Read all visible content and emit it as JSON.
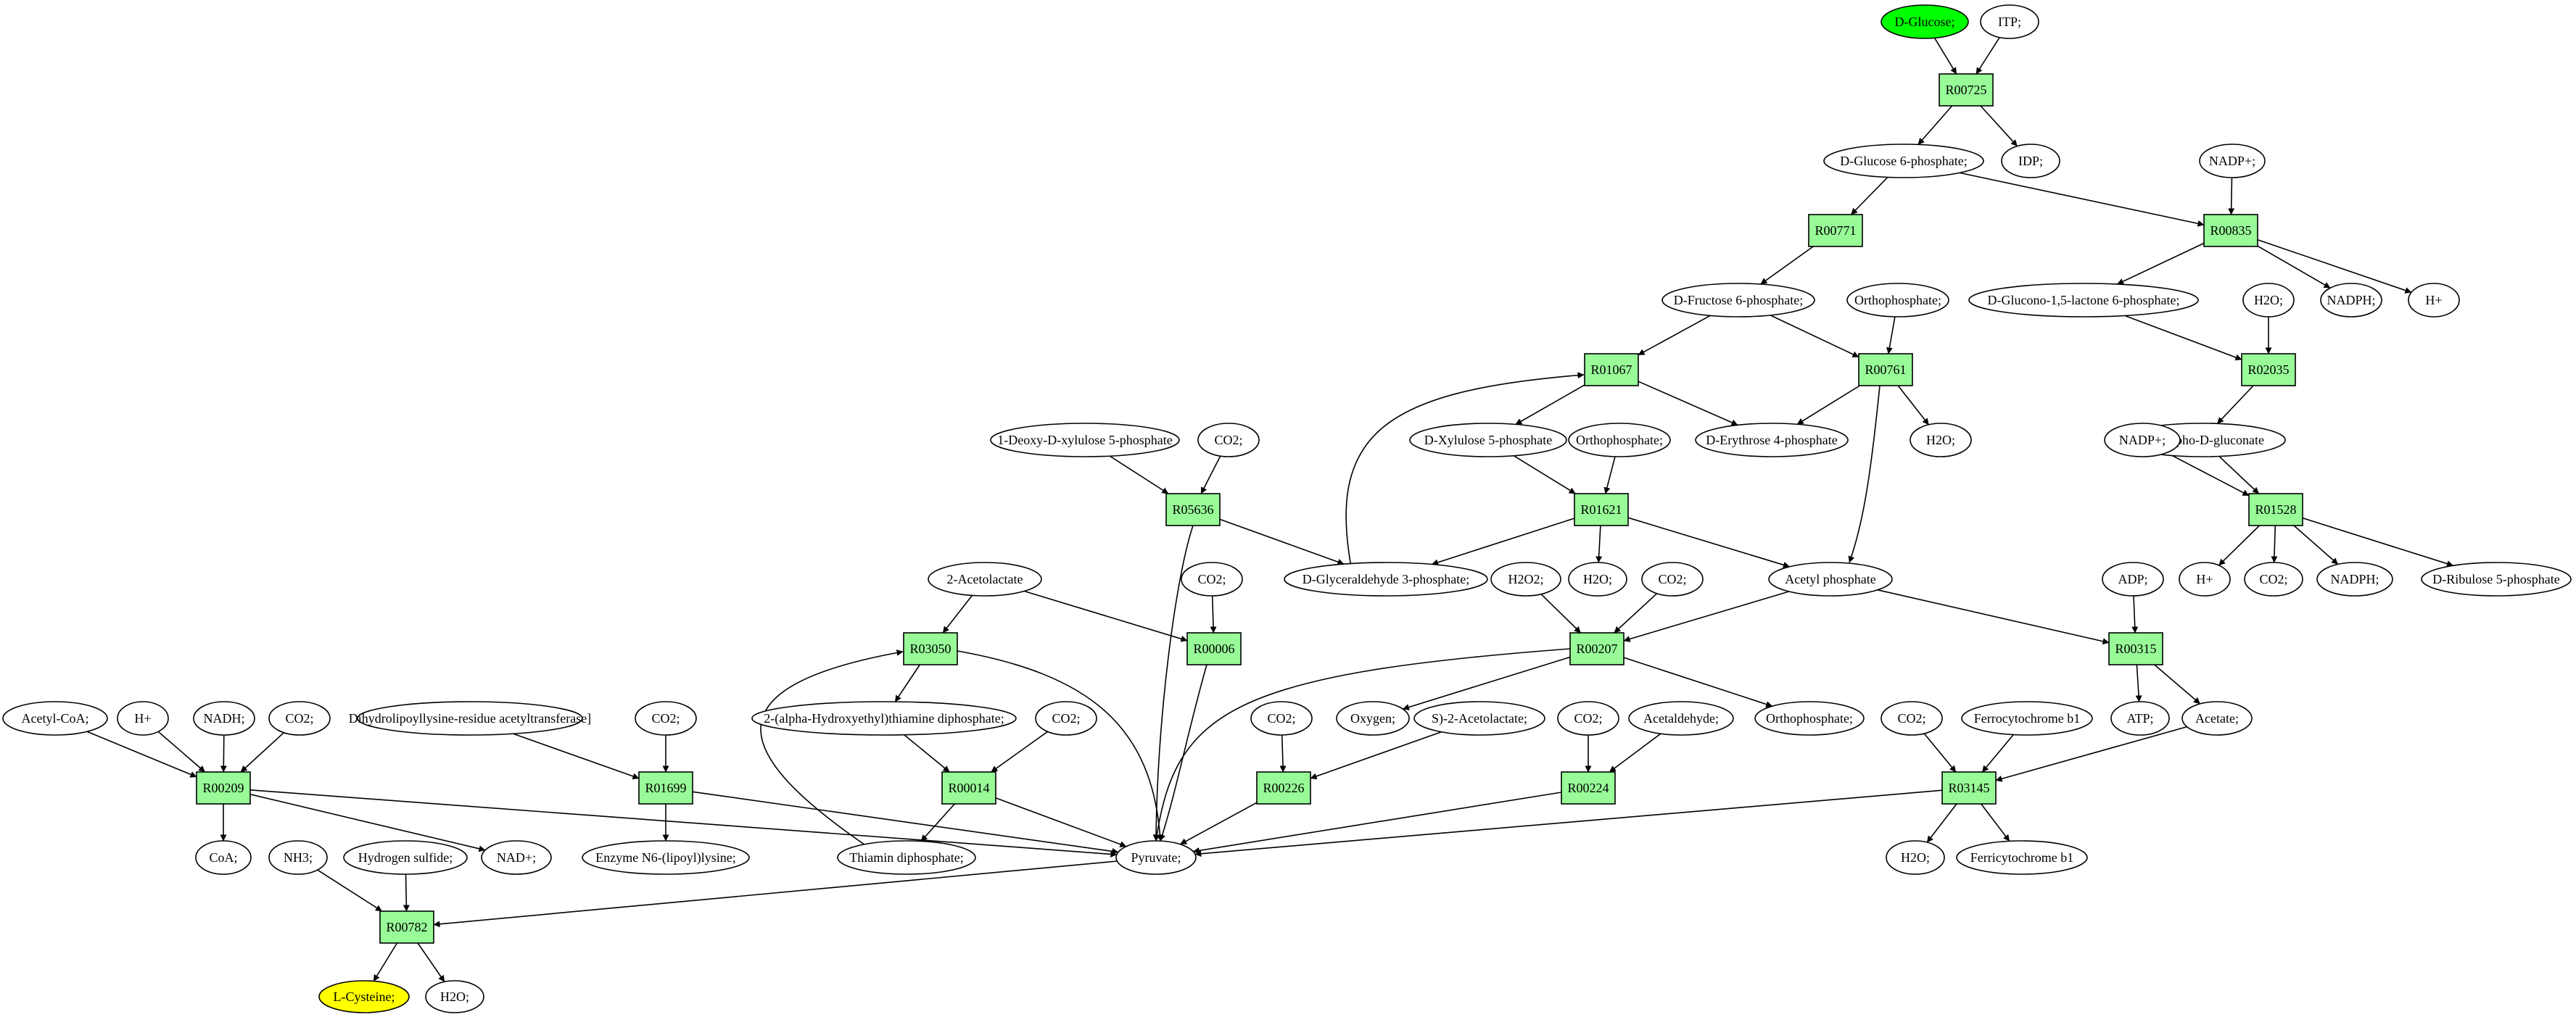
{
  "colors": {
    "source": "#00ff00",
    "target": "#ffff00",
    "reaction": "#98fb98",
    "compound": "#ffffff"
  },
  "compounds": [
    {
      "id": "c_glucose",
      "label": "D-Glucose;",
      "role": "source"
    },
    {
      "id": "c_itp",
      "label": "ITP;"
    },
    {
      "id": "c_idp",
      "label": "IDP;"
    },
    {
      "id": "c_g6p",
      "label": "D-Glucose 6-phosphate;"
    },
    {
      "id": "c_nadp1",
      "label": "NADP+;"
    },
    {
      "id": "c_f6p",
      "label": "D-Fructose 6-phosphate;"
    },
    {
      "id": "c_orth1",
      "label": "Orthophosphate;"
    },
    {
      "id": "c_glucono",
      "label": "D-Glucono-1,5-lactone 6-phosphate;"
    },
    {
      "id": "c_h2o_a",
      "label": "H2O;"
    },
    {
      "id": "c_nadph1",
      "label": "NADPH;"
    },
    {
      "id": "c_hplus1",
      "label": "H+"
    },
    {
      "id": "c_dxp",
      "label": "1-Deoxy-D-xylulose 5-phosphate"
    },
    {
      "id": "c_co2_a",
      "label": "CO2;"
    },
    {
      "id": "c_x5p",
      "label": "D-Xylulose 5-phosphate"
    },
    {
      "id": "c_orth2",
      "label": "Orthophosphate;"
    },
    {
      "id": "c_e4p",
      "label": "D-Erythrose 4-phosphate"
    },
    {
      "id": "c_h2o_b",
      "label": "H2O;"
    },
    {
      "id": "c_6pg",
      "label": "6-Phospho-D-gluconate"
    },
    {
      "id": "c_nadp2",
      "label": "NADP+;"
    },
    {
      "id": "c_acetolactate",
      "label": "2-Acetolactate"
    },
    {
      "id": "c_co2_b",
      "label": "CO2;"
    },
    {
      "id": "c_g3p",
      "label": "D-Glyceraldehyde 3-phosphate;"
    },
    {
      "id": "c_h2o2",
      "label": "H2O2;"
    },
    {
      "id": "c_h2o_c",
      "label": "H2O;"
    },
    {
      "id": "c_co2_c",
      "label": "CO2;"
    },
    {
      "id": "c_acetylp",
      "label": "Acetyl phosphate"
    },
    {
      "id": "c_adp",
      "label": "ADP;"
    },
    {
      "id": "c_hplus2",
      "label": "H+"
    },
    {
      "id": "c_co2_d",
      "label": "CO2;"
    },
    {
      "id": "c_nadph2",
      "label": "NADPH;"
    },
    {
      "id": "c_r5p",
      "label": "D-Ribulose 5-phosphate"
    },
    {
      "id": "c_acetylcoa",
      "label": "Acetyl-CoA;"
    },
    {
      "id": "c_hplus3",
      "label": "H+"
    },
    {
      "id": "c_nadh",
      "label": "NADH;"
    },
    {
      "id": "c_co2_e",
      "label": "CO2;"
    },
    {
      "id": "c_dihydro",
      "label": "Dihydrolipoyllysine-residue acetyltransferase]"
    },
    {
      "id": "c_co2_f",
      "label": "CO2;"
    },
    {
      "id": "c_hetpp",
      "label": "2-(alpha-Hydroxyethyl)thiamine diphosphate;"
    },
    {
      "id": "c_co2_g",
      "label": "CO2;"
    },
    {
      "id": "c_oxygen",
      "label": "Oxygen;"
    },
    {
      "id": "c_sacetolactate",
      "label": "S)-2-Acetolactate;"
    },
    {
      "id": "c_orth3",
      "label": "Orthophosphate;"
    },
    {
      "id": "c_atp",
      "label": "ATP;"
    },
    {
      "id": "c_acetate",
      "label": "Acetate;"
    },
    {
      "id": "c_co2_h",
      "label": "CO2;"
    },
    {
      "id": "c_co2_i",
      "label": "CO2;"
    },
    {
      "id": "c_acetaldehyde",
      "label": "Acetaldehyde;"
    },
    {
      "id": "c_co2_j",
      "label": "CO2;"
    },
    {
      "id": "c_ferro",
      "label": "Ferrocytochrome b1"
    },
    {
      "id": "c_coa",
      "label": "CoA;"
    },
    {
      "id": "c_nadplus",
      "label": "NAD+;"
    },
    {
      "id": "c_enzyme",
      "label": "Enzyme N6-(lipoyl)lysine;"
    },
    {
      "id": "c_thiamin",
      "label": "Thiamin diphosphate;"
    },
    {
      "id": "c_pyruvate",
      "label": "Pyruvate;"
    },
    {
      "id": "c_h2o_d",
      "label": "H2O;"
    },
    {
      "id": "c_ferri",
      "label": "Ferricytochrome b1"
    },
    {
      "id": "c_nh3",
      "label": "NH3;"
    },
    {
      "id": "c_h2s",
      "label": "Hydrogen sulfide;"
    },
    {
      "id": "c_cysteine",
      "label": "L-Cysteine;",
      "role": "target"
    },
    {
      "id": "c_h2o_e",
      "label": "H2O;"
    }
  ],
  "reactions": [
    {
      "id": "r_00725",
      "label": "R00725"
    },
    {
      "id": "r_00771",
      "label": "R00771"
    },
    {
      "id": "r_00835",
      "label": "R00835"
    },
    {
      "id": "r_01067",
      "label": "R01067"
    },
    {
      "id": "r_00761",
      "label": "R00761"
    },
    {
      "id": "r_02035",
      "label": "R02035"
    },
    {
      "id": "r_05636",
      "label": "R05636"
    },
    {
      "id": "r_01621",
      "label": "R01621"
    },
    {
      "id": "r_01528",
      "label": "R01528"
    },
    {
      "id": "r_03050",
      "label": "R03050"
    },
    {
      "id": "r_00006",
      "label": "R00006"
    },
    {
      "id": "r_00207",
      "label": "R00207"
    },
    {
      "id": "r_00315",
      "label": "R00315"
    },
    {
      "id": "r_00209",
      "label": "R00209"
    },
    {
      "id": "r_01699",
      "label": "R01699"
    },
    {
      "id": "r_00014",
      "label": "R00014"
    },
    {
      "id": "r_00226",
      "label": "R00226"
    },
    {
      "id": "r_00224",
      "label": "R00224"
    },
    {
      "id": "r_03145",
      "label": "R03145"
    },
    {
      "id": "r_00782",
      "label": "R00782"
    }
  ],
  "edges": [
    [
      "c_glucose",
      "r_00725"
    ],
    [
      "c_itp",
      "r_00725"
    ],
    [
      "r_00725",
      "c_g6p"
    ],
    [
      "r_00725",
      "c_idp"
    ],
    [
      "c_g6p",
      "r_00771"
    ],
    [
      "c_g6p",
      "r_00835"
    ],
    [
      "c_nadp1",
      "r_00835"
    ],
    [
      "r_00835",
      "c_glucono"
    ],
    [
      "r_00835",
      "c_nadph1"
    ],
    [
      "r_00835",
      "c_hplus1"
    ],
    [
      "r_00771",
      "c_f6p"
    ],
    [
      "c_f6p",
      "r_01067"
    ],
    [
      "c_f6p",
      "r_00761"
    ],
    [
      "c_orth1",
      "r_00761"
    ],
    [
      "c_glucono",
      "r_02035"
    ],
    [
      "c_h2o_a",
      "r_02035"
    ],
    [
      "r_02035",
      "c_6pg"
    ],
    [
      "r_01067",
      "c_x5p"
    ],
    [
      "r_01067",
      "c_e4p"
    ],
    [
      "r_00761",
      "c_e4p"
    ],
    [
      "r_00761",
      "c_h2o_b"
    ],
    [
      "r_00761",
      "c_acetylp"
    ],
    [
      "c_dxp",
      "r_05636"
    ],
    [
      "c_co2_a",
      "r_05636"
    ],
    [
      "r_05636",
      "c_g3p"
    ],
    [
      "r_05636",
      "c_pyruvate"
    ],
    [
      "c_g3p",
      "r_01067"
    ],
    [
      "c_x5p",
      "r_01621"
    ],
    [
      "c_orth2",
      "r_01621"
    ],
    [
      "r_01621",
      "c_g3p"
    ],
    [
      "r_01621",
      "c_h2o_c"
    ],
    [
      "r_01621",
      "c_acetylp"
    ],
    [
      "c_6pg",
      "r_01528"
    ],
    [
      "c_nadp2",
      "r_01528"
    ],
    [
      "r_01528",
      "c_hplus2"
    ],
    [
      "r_01528",
      "c_co2_d"
    ],
    [
      "r_01528",
      "c_nadph2"
    ],
    [
      "r_01528",
      "c_r5p"
    ],
    [
      "c_acetolactate",
      "r_03050"
    ],
    [
      "c_acetolactate",
      "r_00006"
    ],
    [
      "c_co2_b",
      "r_00006"
    ],
    [
      "r_00006",
      "c_pyruvate"
    ],
    [
      "r_03050",
      "c_hetpp"
    ],
    [
      "r_03050",
      "c_pyruvate"
    ],
    [
      "c_thiamin",
      "r_03050"
    ],
    [
      "c_h2o2",
      "r_00207"
    ],
    [
      "c_co2_c",
      "r_00207"
    ],
    [
      "c_acetylp",
      "r_00207"
    ],
    [
      "c_acetylp",
      "r_00315"
    ],
    [
      "r_00207",
      "c_oxygen"
    ],
    [
      "r_00207",
      "c_orth3"
    ],
    [
      "r_00207",
      "c_pyruvate"
    ],
    [
      "c_adp",
      "r_00315"
    ],
    [
      "r_00315",
      "c_atp"
    ],
    [
      "r_00315",
      "c_acetate"
    ],
    [
      "c_acetylcoa",
      "r_00209"
    ],
    [
      "c_hplus3",
      "r_00209"
    ],
    [
      "c_nadh",
      "r_00209"
    ],
    [
      "c_co2_e",
      "r_00209"
    ],
    [
      "r_00209",
      "c_coa"
    ],
    [
      "r_00209",
      "c_nadplus"
    ],
    [
      "r_00209",
      "c_pyruvate"
    ],
    [
      "c_dihydro",
      "r_01699"
    ],
    [
      "c_co2_f",
      "r_01699"
    ],
    [
      "r_01699",
      "c_enzyme"
    ],
    [
      "r_01699",
      "c_pyruvate"
    ],
    [
      "c_hetpp",
      "r_00014"
    ],
    [
      "c_co2_g",
      "r_00014"
    ],
    [
      "r_00014",
      "c_thiamin"
    ],
    [
      "r_00014",
      "c_pyruvate"
    ],
    [
      "c_co2_h",
      "r_00226"
    ],
    [
      "c_sacetolactate",
      "r_00226"
    ],
    [
      "r_00226",
      "c_pyruvate"
    ],
    [
      "c_co2_i",
      "r_00224"
    ],
    [
      "c_acetaldehyde",
      "r_00224"
    ],
    [
      "r_00224",
      "c_pyruvate"
    ],
    [
      "c_co2_j",
      "r_03145"
    ],
    [
      "c_ferro",
      "r_03145"
    ],
    [
      "c_acetate",
      "r_03145"
    ],
    [
      "r_03145",
      "c_h2o_d"
    ],
    [
      "r_03145",
      "c_ferri"
    ],
    [
      "r_03145",
      "c_pyruvate"
    ],
    [
      "c_pyruvate",
      "r_00782"
    ],
    [
      "c_nh3",
      "r_00782"
    ],
    [
      "c_h2s",
      "r_00782"
    ],
    [
      "r_00782",
      "c_cysteine"
    ],
    [
      "r_00782",
      "c_h2o_e"
    ]
  ]
}
